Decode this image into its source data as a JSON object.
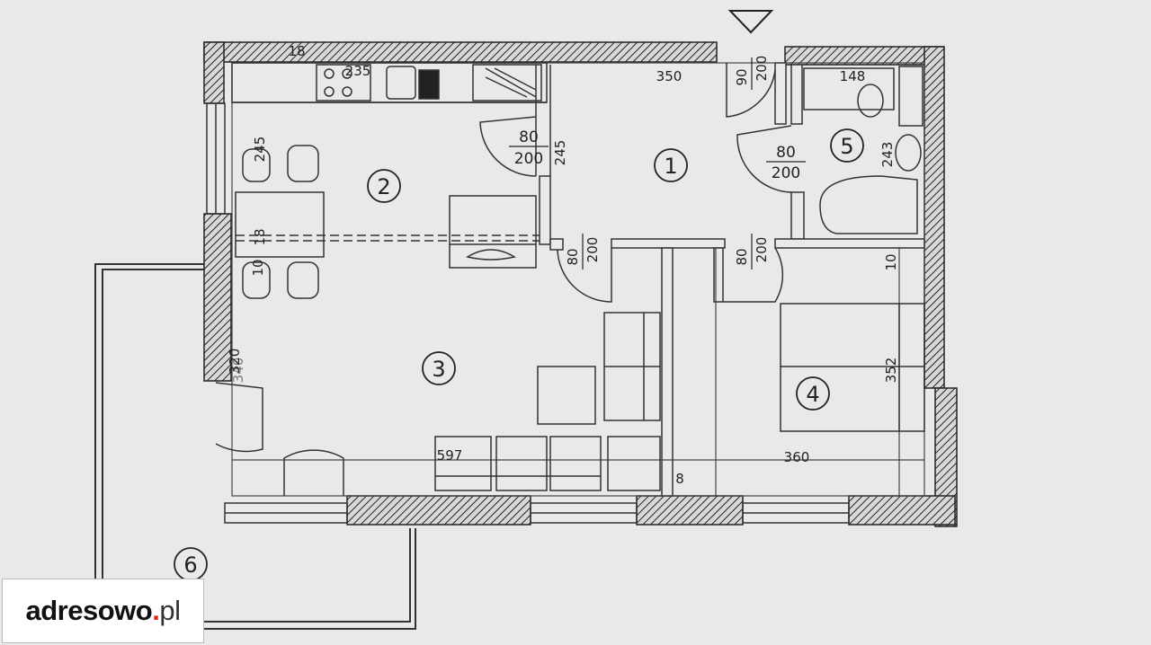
{
  "rooms": [
    {
      "number": "1"
    },
    {
      "number": "2"
    },
    {
      "number": "3"
    },
    {
      "number": "4"
    },
    {
      "number": "5"
    },
    {
      "number": "6"
    }
  ],
  "doors": {
    "main_width": "90",
    "main_height": "200",
    "kitchen_width": "80",
    "kitchen_height": "200",
    "bath_width": "80",
    "bath_height": "200",
    "living_width": "80",
    "living_height": "200",
    "bed_width": "80",
    "bed_height": "200"
  },
  "dimensions": {
    "hall_width": "350",
    "hall_height": "245",
    "bath_width": "148",
    "bath_height": "243",
    "kitchen_width": "235",
    "living_height": "320",
    "living_height_overlay": "340",
    "living_width": "597",
    "bed_width": "360",
    "bed_height": "352",
    "wall_10": "10",
    "wall_8": "8",
    "wall_18_a": "18",
    "wall_18_b": "18",
    "dining_a": "245",
    "dining_b": "10"
  },
  "logo": {
    "name": "adresowo",
    "dot": ".",
    "tld": "pl"
  }
}
